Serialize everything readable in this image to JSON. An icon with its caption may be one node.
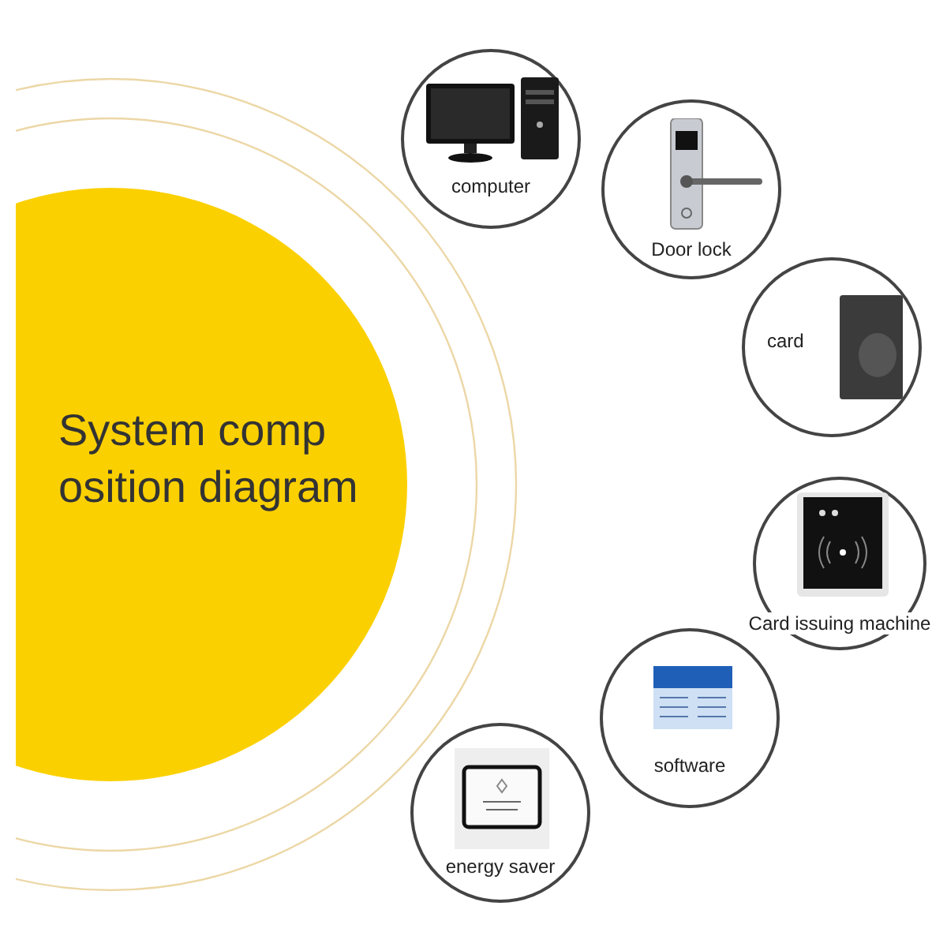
{
  "diagram": {
    "nodes": [
      {
        "text": [
          "System comp osition diagram"
        ]
      },
      {
        "text": [
          "computer"
        ]
      },
      {
        "text": [
          "Door lock"
        ]
      },
      {
        "text": [
          "card"
        ]
      },
      {
        "text": [
          "Card issuing machine"
        ]
      },
      {
        "text": [
          "software"
        ]
      },
      {
        "text": [
          "energy saver"
        ]
      }
    ]
  }
}
